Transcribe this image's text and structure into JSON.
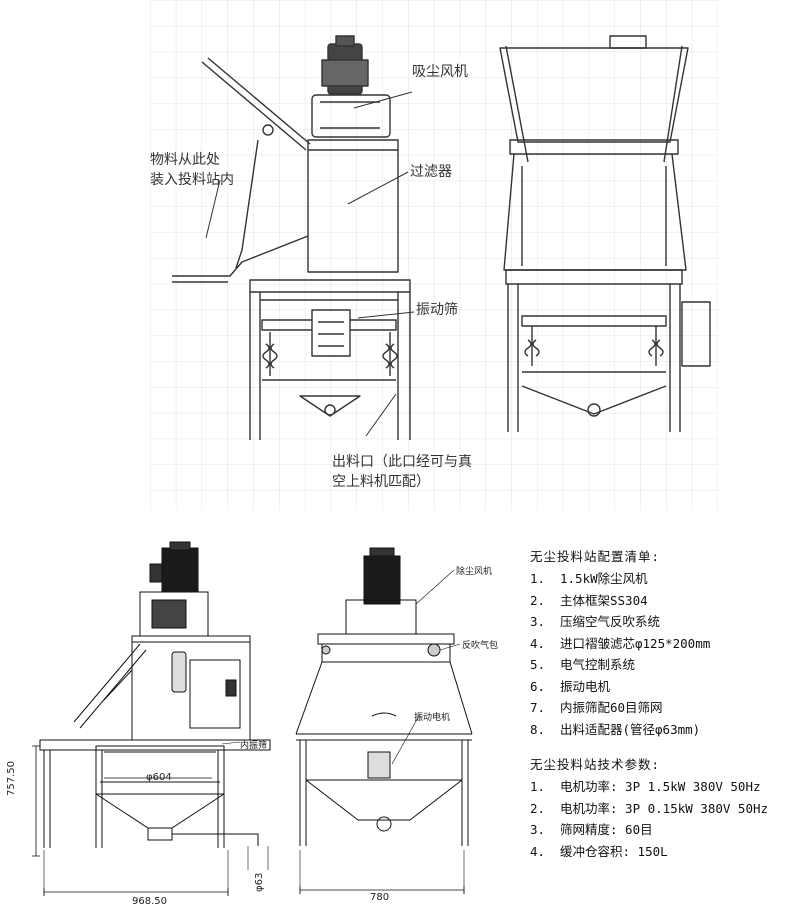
{
  "top": {
    "labels": {
      "fan": "吸尘风机",
      "feed": "物料从此处\n装入投料站内",
      "filter": "过滤器",
      "sieve": "振动筛",
      "outlet": "出料口（此口经可与真\n空上料机匹配）"
    }
  },
  "bottom": {
    "labels": {
      "inner_sieve": "内振筛",
      "fan": "除尘风机",
      "blow": "反吹气包",
      "motor": "振动电机"
    },
    "dims": {
      "height": "757.50",
      "width_left": "968.50",
      "diameter": "φ604",
      "outlet": "φ63",
      "width_right": "780"
    }
  },
  "config": {
    "title": "无尘投料站配置清单:",
    "items": [
      {
        "n": "1.",
        "t": "1.5kW除尘风机"
      },
      {
        "n": "2.",
        "t": "主体框架SS304"
      },
      {
        "n": "3.",
        "t": "压缩空气反吹系统"
      },
      {
        "n": "4.",
        "t": "进口褶皱滤芯φ125*200mm"
      },
      {
        "n": "5.",
        "t": "电气控制系统"
      },
      {
        "n": "6.",
        "t": "振动电机"
      },
      {
        "n": "7.",
        "t": "内振筛配60目筛网"
      },
      {
        "n": "8.",
        "t": "出料适配器(管径φ63mm)"
      }
    ]
  },
  "specs": {
    "title": "无尘投料站技术参数:",
    "items": [
      {
        "n": "1.",
        "t": "电机功率: 3P 1.5kW 380V 50Hz"
      },
      {
        "n": "2.",
        "t": "电机功率: 3P 0.15kW 380V 50Hz"
      },
      {
        "n": "3.",
        "t": "筛网精度: 60目"
      },
      {
        "n": "4.",
        "t": "缓冲仓容积: 150L"
      }
    ]
  }
}
